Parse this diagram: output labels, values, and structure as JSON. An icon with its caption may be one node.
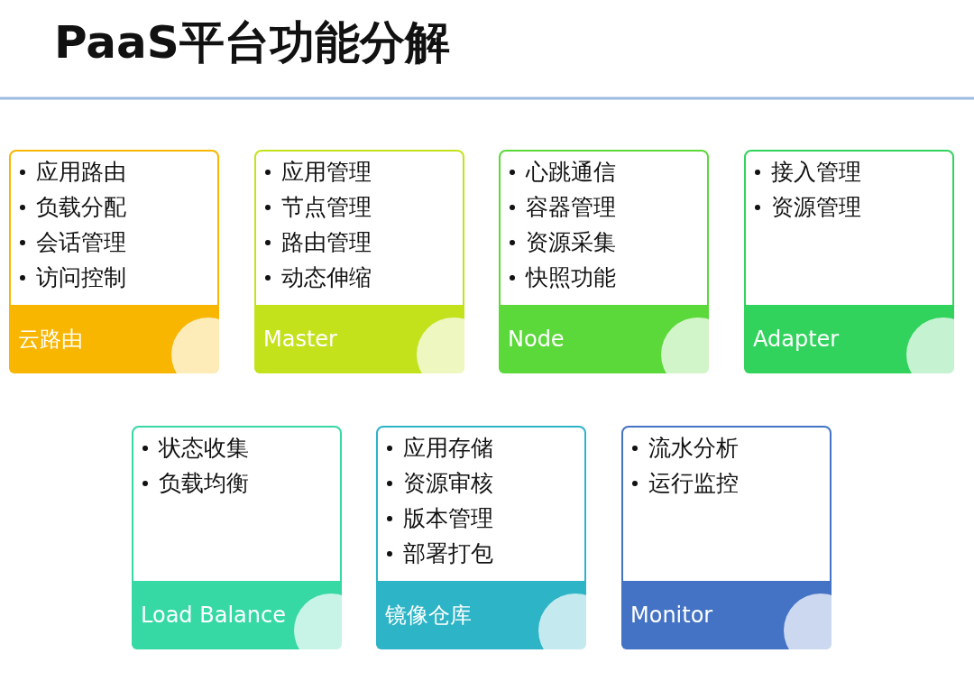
{
  "diagram": {
    "title": "PaaS平台功能分解",
    "nodes": [
      {
        "text": [
          "应用路由",
          "负载分配",
          "会话管理",
          "访问控制",
          "云路由"
        ]
      },
      {
        "text": [
          "应用管理",
          "节点管理",
          "路由管理",
          "动态伸缩",
          "Master"
        ]
      },
      {
        "text": [
          "心跳通信",
          "容器管理",
          "资源采集",
          "快照功能",
          "Node"
        ]
      },
      {
        "text": [
          "接入管理",
          "资源管理",
          "Adapter"
        ]
      },
      {
        "text": [
          "状态收集",
          "负载均衡",
          "Load Balance"
        ]
      },
      {
        "text": [
          "应用存储",
          "资源审核",
          "版本管理",
          "部署打包",
          "镜像仓库"
        ]
      },
      {
        "text": [
          "流水分析",
          "运行监控",
          "Monitor"
        ]
      }
    ]
  }
}
